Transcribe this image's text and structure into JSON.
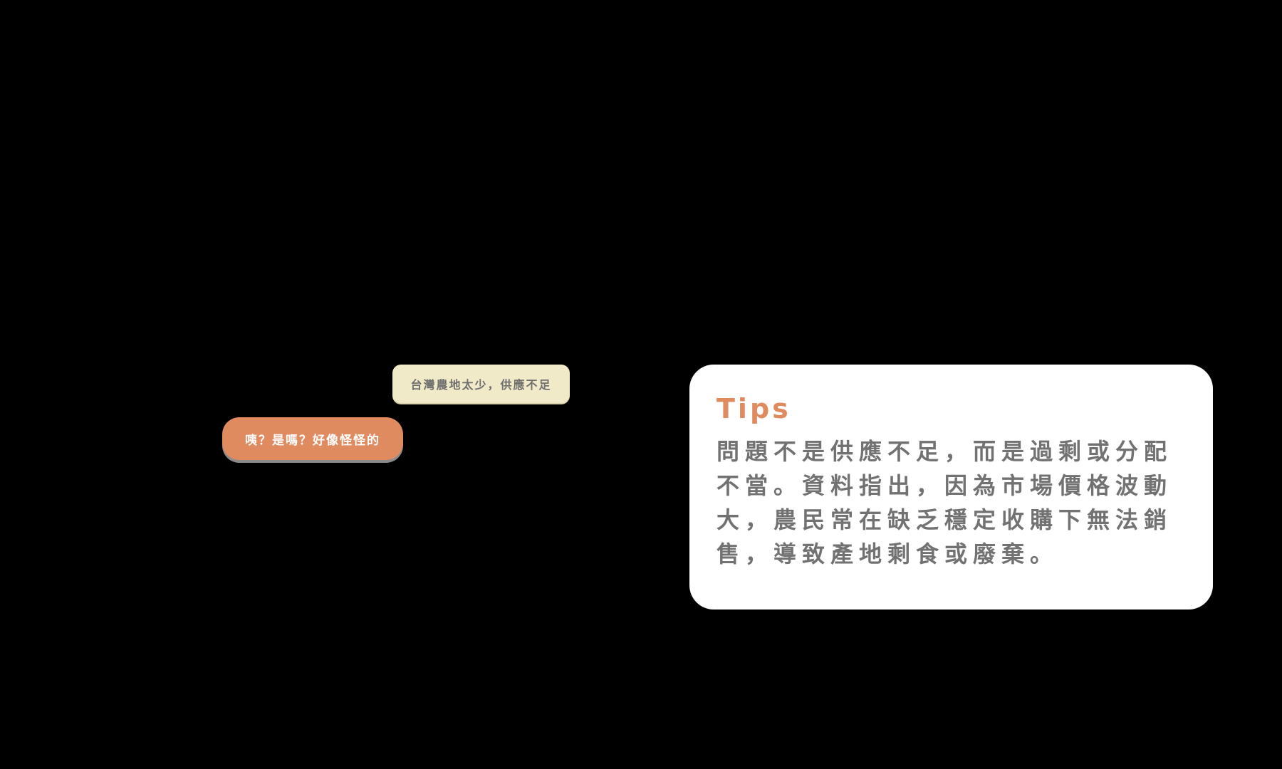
{
  "conversation": {
    "statement_text": "台灣農地太少，供應不足",
    "reply_text": "咦？是嗎？好像怪怪的"
  },
  "tips": {
    "title": "Tips",
    "body": "問題不是供應不足，而是過剩或分配不當。資料指出，因為市場價格波動大，農民常在缺乏穩定收購下無法銷售，導致產地剩食或廢棄。"
  },
  "colors": {
    "background": "#000000",
    "statement_bubble": "#f1eac8",
    "reply_bubble": "#e08a60",
    "tips_title": "#e08a60",
    "tips_body": "#727272",
    "card": "#ffffff"
  }
}
